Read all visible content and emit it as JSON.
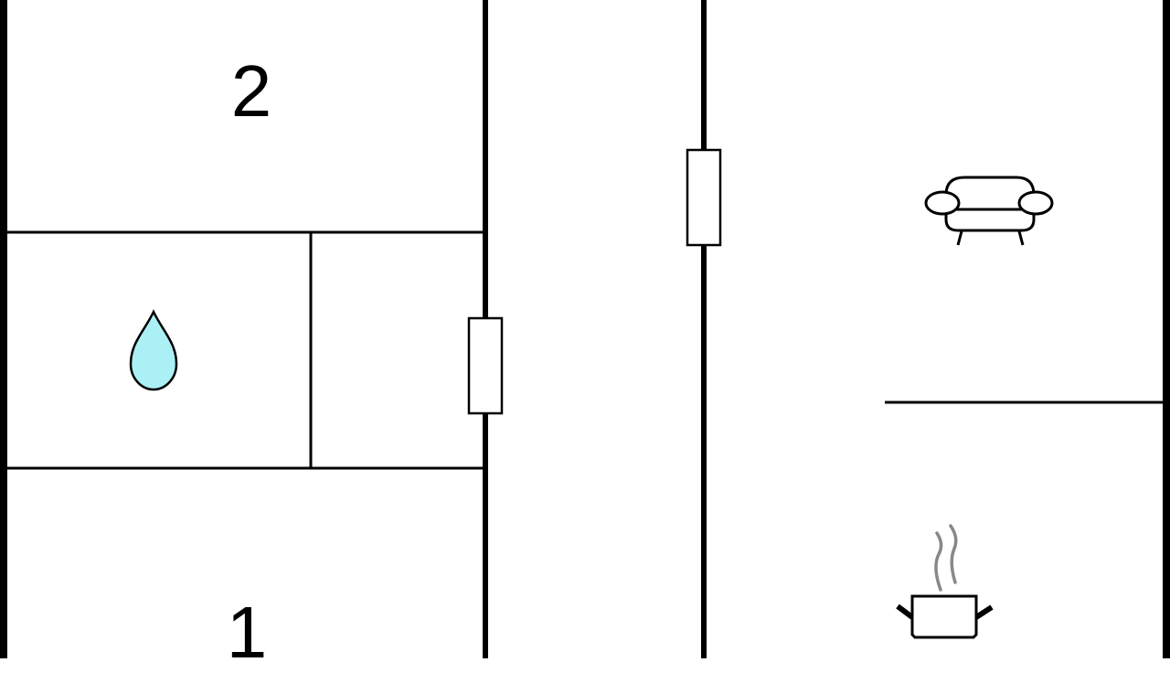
{
  "floor_plan": {
    "rooms": [
      {
        "label": "2",
        "type": "bedroom"
      },
      {
        "label": "1",
        "type": "bedroom"
      }
    ],
    "icons": [
      {
        "name": "water-drop-icon",
        "room": "bathroom",
        "color": "#aaf0f5"
      },
      {
        "name": "sofa-icon",
        "room": "living-room"
      },
      {
        "name": "cooking-pot-icon",
        "room": "kitchen",
        "steam_color": "#888888"
      }
    ],
    "doors": 2
  }
}
